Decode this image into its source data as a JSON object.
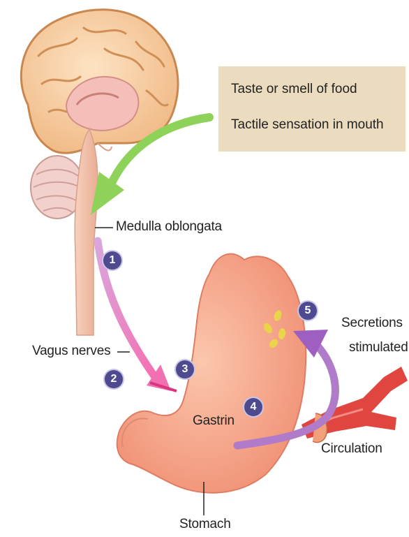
{
  "info_box": {
    "lines": [
      "Taste or smell of food",
      "Tactile sensation in mouth"
    ]
  },
  "labels": {
    "medulla": "Medulla oblongata",
    "vagus": "Vagus nerves",
    "gastrin": "Gastrin",
    "secretions_line1": "Secretions",
    "secretions_line2": "stimulated",
    "circulation": "Circulation",
    "stomach": "Stomach"
  },
  "steps": [
    "1",
    "2",
    "3",
    "4",
    "5"
  ],
  "colors": {
    "brain": "#f4c79a",
    "brain_outline": "#c9874f",
    "brainstem": "#f2c4b0",
    "stomach": "#f5a98e",
    "info_box": "#ecdcbf",
    "green_arrow": "#8fd25a",
    "pink_arrow": "#f07ab7",
    "purple_arrow": "#b07cc9",
    "vessel": "#e0453f",
    "badge": "#4f4a8f",
    "gland_secretion": "#e9d44a"
  }
}
